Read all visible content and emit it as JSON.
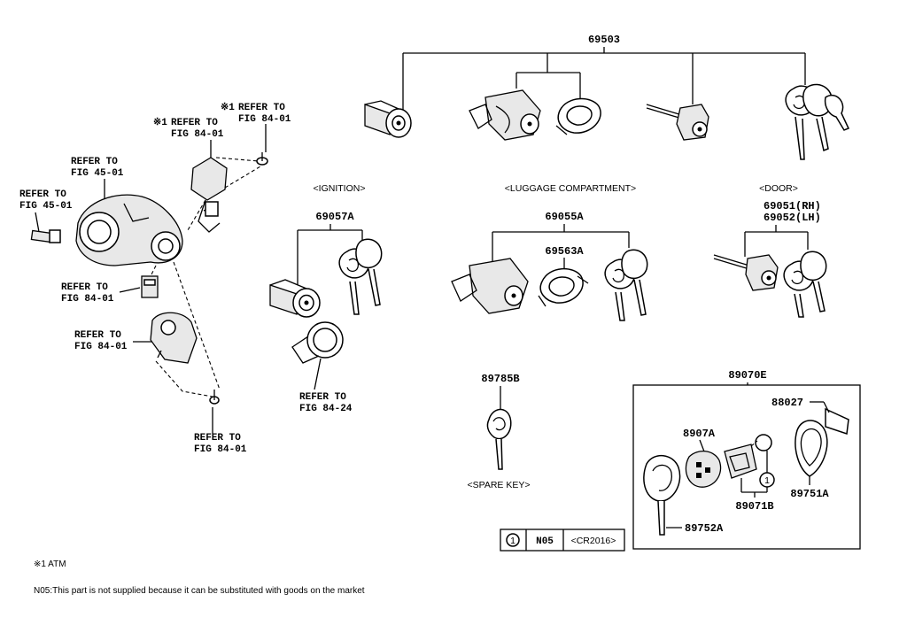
{
  "parts": {
    "set_top": "69503",
    "ignition_cyl": "69057A",
    "luggage_cyl": "69055A",
    "luggage_bracket": "69563A",
    "door_rh": "69051(RH)",
    "door_lh": "69052(LH)",
    "spare_key": "89785B",
    "transmitter": "89070E",
    "tag_88027": "88027",
    "tag_8907a": "8907A",
    "battery": "89071B",
    "case_89751a": "89751A",
    "key_89752a": "89752A"
  },
  "sections": {
    "ignition": "<IGNITION>",
    "luggage": "<LUGGAGE COMPARTMENT>",
    "door": "<DOOR>",
    "spare_key": "<SPARE KEY>"
  },
  "refs": {
    "ref1_mark": "※1",
    "ref1_line1": "REFER TO",
    "ref1_line2": "FIG 84-01",
    "ref2_mark": "※1",
    "ref2_line1": "REFER TO",
    "ref2_line2": "FIG 84-01",
    "ref3_line1": "REFER TO",
    "ref3_line2": "FIG 45-01",
    "ref4_line1": "REFER TO",
    "ref4_line2": "FIG 45-01",
    "ref5_line1": "REFER TO",
    "ref5_line2": "FIG 84-01",
    "ref6_line1": "REFER TO",
    "ref6_line2": "FIG 84-01",
    "ref7_line1": "REFER TO",
    "ref7_line2": "FIG 84-24",
    "ref8_line1": "REFER TO",
    "ref8_line2": "FIG 84-01"
  },
  "legend_box": {
    "circle": "1",
    "code": "N05",
    "battery": "<CR2016>"
  },
  "callout_circle": "1",
  "footnotes": {
    "atm": "※1 ATM",
    "n05": "N05:This part is not supplied because it can be substituted with goods on the market"
  }
}
